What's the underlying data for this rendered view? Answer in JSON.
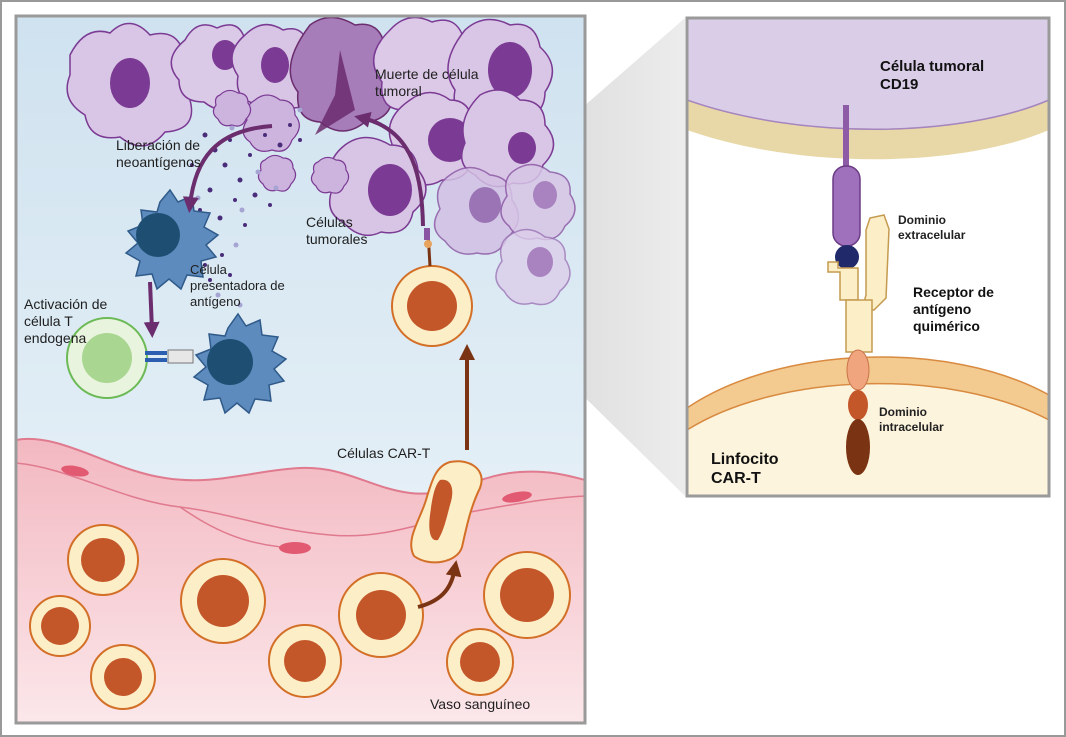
{
  "left_panel": {
    "labels": {
      "tumor_death": "Muerte de célula\ntumoral",
      "neoantigen_release": "Liberación de\nneoantígenos",
      "tumor_cells": "Células\ntumorales",
      "apc": "Célula\npresentadora de\nantígeno",
      "t_cell_activation": "Activación de\ncélula T\nendogena",
      "car_t_cells": "Células CAR-T",
      "blood_vessel": "Vaso sanguíneo"
    }
  },
  "right_panel": {
    "labels": {
      "tumor_cell_cd19": "Célula tumoral\nCD19",
      "extracellular_domain": "Dominio\nextracelular",
      "car_receptor": "Receptor de\nantígeno\nquimérico",
      "intracellular_domain": "Dominio\nintracelular",
      "car_t_lymphocyte": "Linfocito\nCAR-T"
    }
  },
  "colors": {
    "tumor_purple": "#d7c3e4",
    "tumor_nucleus": "#7b3a93",
    "apc_blue": "#5d8bbd",
    "car_t_orange": "#c4572a",
    "cell_cream": "#fcefc8",
    "vessel_pink": "#f0a9b4",
    "arrow_purple": "#6b2d6e",
    "arrow_brown": "#7a3413"
  }
}
